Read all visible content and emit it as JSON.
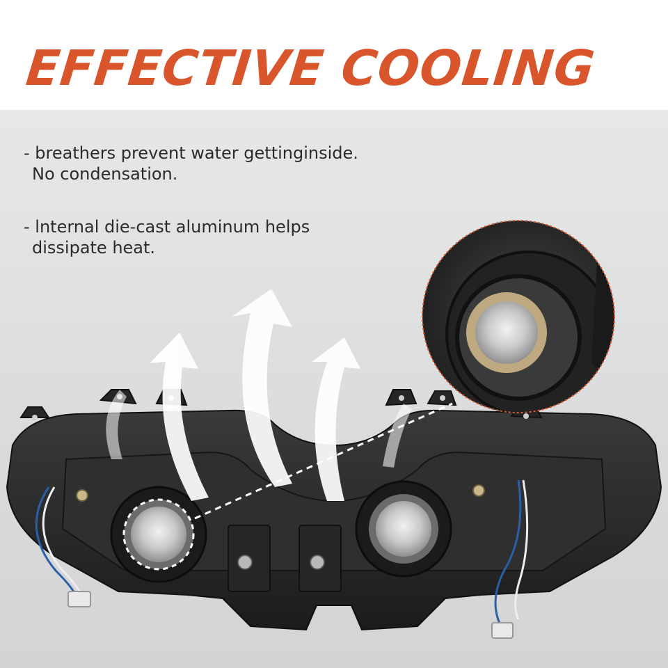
{
  "heading": {
    "title": "EFFECTIVE COOLING"
  },
  "bullets": [
    {
      "line1": "- breathers prevent water gettinginside.",
      "line2": "No condensation."
    },
    {
      "line1": "-  lnternal die-cast aluminum helps",
      "line2": "dissipate heat."
    }
  ],
  "colors": {
    "accent": "#d9552b",
    "text": "#2b2b2b",
    "housing": "#2a2a2a",
    "arrow": "#ffffff"
  },
  "icons": [
    "airflow-arrow-icon",
    "zoom-callout",
    "screw-icon"
  ]
}
